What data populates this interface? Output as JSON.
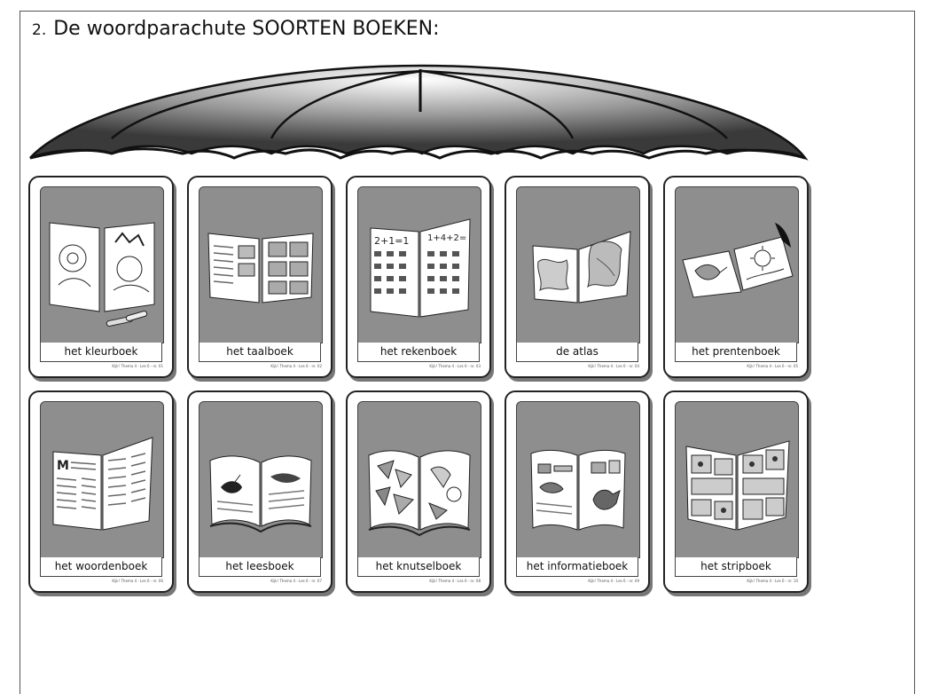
{
  "heading": {
    "number": "2.",
    "title": "De woordparachute SOORTEN BOEKEN:"
  },
  "colors": {
    "card_background": "#8e8e8e",
    "border": "#222222"
  },
  "cards": [
    {
      "label": "het kleurboek",
      "icon": "coloring-book-icon",
      "credit": "Kijk! Thema 4 - Les 6 - nr. 01"
    },
    {
      "label": "het taalboek",
      "icon": "language-book-icon",
      "credit": "Kijk! Thema 4 - Les 6 - nr. 02"
    },
    {
      "label": "het rekenboek",
      "icon": "math-book-icon",
      "credit": "Kijk! Thema 4 - Les 6 - nr. 03"
    },
    {
      "label": "de atlas",
      "icon": "atlas-icon",
      "credit": "Kijk! Thema 4 - Les 6 - nr. 04"
    },
    {
      "label": "het prentenboek",
      "icon": "picture-book-icon",
      "credit": "Kijk! Thema 4 - Les 6 - nr. 05"
    },
    {
      "label": "het woordenboek",
      "icon": "dictionary-icon",
      "credit": "Kijk! Thema 4 - Les 6 - nr. 06"
    },
    {
      "label": "het leesboek",
      "icon": "reading-book-icon",
      "credit": "Kijk! Thema 4 - Les 6 - nr. 07"
    },
    {
      "label": "het knutselboek",
      "icon": "craft-book-icon",
      "credit": "Kijk! Thema 4 - Les 6 - nr. 08"
    },
    {
      "label": "het informatieboek",
      "icon": "information-book-icon",
      "credit": "Kijk! Thema 4 - Les 6 - nr. 09"
    },
    {
      "label": "het stripboek",
      "icon": "comic-book-icon",
      "credit": "Kijk! Thema 4 - Les 6 - nr. 10"
    }
  ]
}
